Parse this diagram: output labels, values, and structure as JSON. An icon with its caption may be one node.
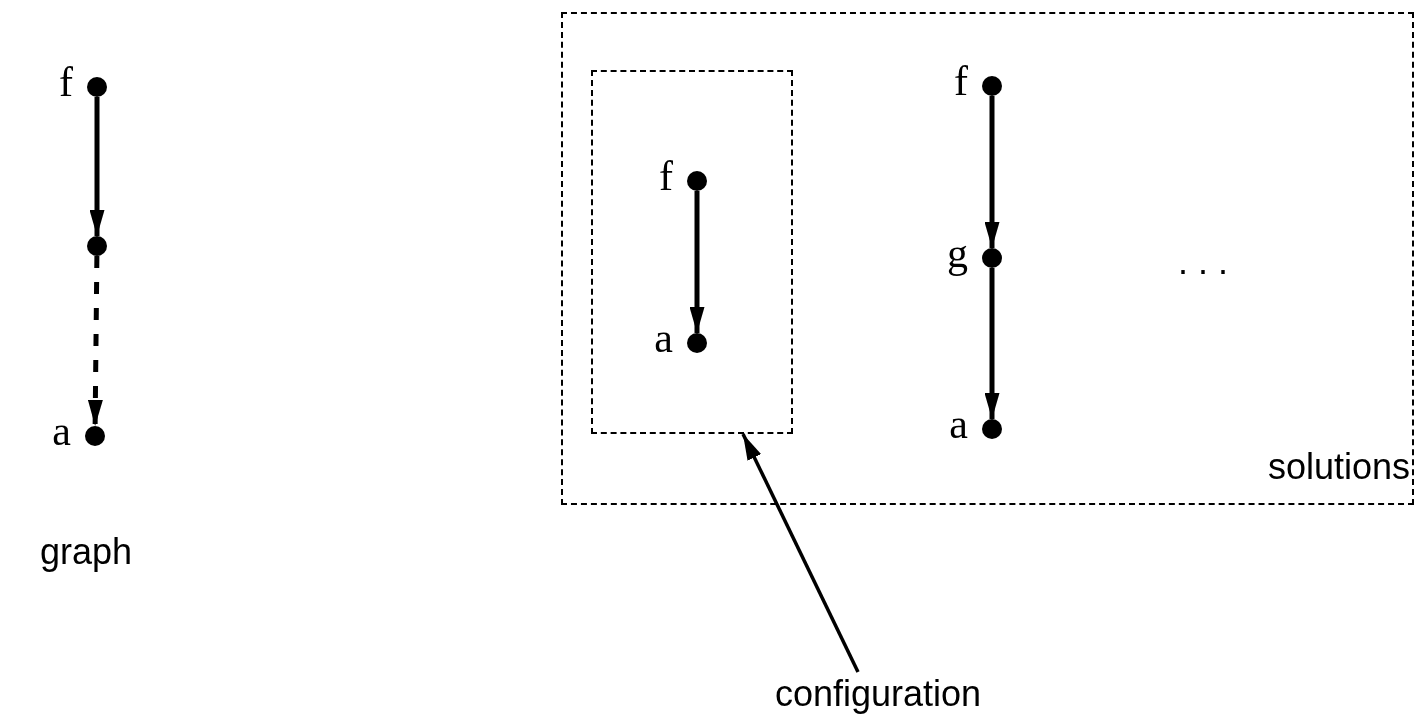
{
  "diagram": {
    "nodes": [
      {
        "text": [
          "f"
        ]
      },
      {
        "text": [],
        "shape": "circle"
      },
      {
        "text": [
          "a"
        ]
      },
      {
        "text": [
          "solutions"
        ]
      },
      {
        "text": [],
        "shape": "box",
        "in": 3
      },
      {
        "text": [
          "f"
        ],
        "in": 4
      },
      {
        "text": [
          "a"
        ],
        "in": 4
      },
      {
        "text": [
          "f"
        ],
        "in": 3
      },
      {
        "text": [
          "g"
        ],
        "in": 3
      },
      {
        "text": [
          "a"
        ],
        "in": 3
      },
      {
        "text": [
          "configuration"
        ]
      }
    ],
    "edges": [
      {
        "from": 0,
        "to": 1,
        "arrow": "to"
      },
      {
        "from": 1,
        "to": 2,
        "arrow": "to",
        "style": "dashed"
      },
      {
        "from": 5,
        "to": 6,
        "arrow": "to"
      },
      {
        "from": 7,
        "to": 8,
        "arrow": "to"
      },
      {
        "from": 8,
        "to": 9,
        "arrow": "to"
      },
      {
        "from": 10,
        "to": 4,
        "arrow": "to"
      }
    ],
    "labels": [
      "graph",
      ". . ."
    ]
  }
}
